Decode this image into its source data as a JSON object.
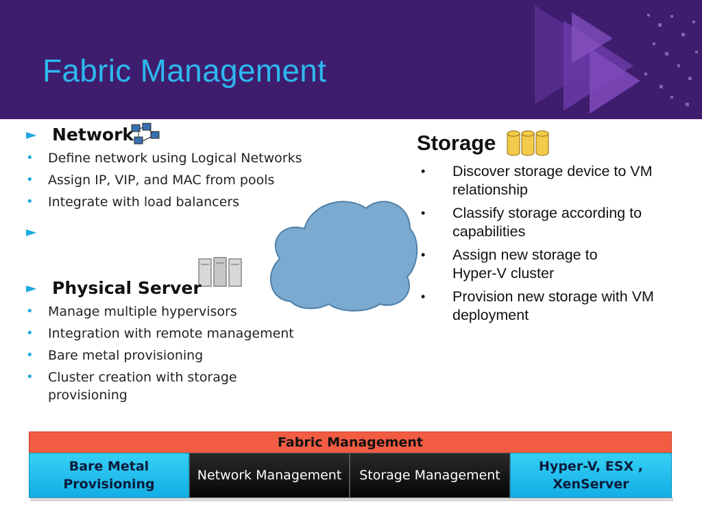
{
  "slide": {
    "title": "Fabric Management"
  },
  "left": {
    "network": {
      "heading": "Network",
      "bullets": [
        "Define network using Logical Networks",
        "Assign IP, VIP, and MAC from pools",
        "Integrate with load balancers"
      ]
    },
    "server": {
      "heading": "Physical Server",
      "bullets": [
        "Manage multiple hypervisors",
        "Integration with remote management",
        "Bare metal provisioning",
        "Cluster creation with storage provisioning"
      ]
    }
  },
  "storage": {
    "heading": "Storage",
    "bullets": [
      "Discover storage device to VM relationship",
      "Classify storage according to capabilities",
      "Assign new storage to Hyper-V cluster",
      "Provision new storage with VM deployment"
    ]
  },
  "fabric_table": {
    "header": "Fabric Management",
    "cells": [
      "Bare Metal Provisioning",
      "Network Management",
      "Storage Management",
      "Hyper-V, ESX , XenServer"
    ]
  },
  "colors": {
    "header_bg": "#3f1d6e",
    "title": "#2db8ee",
    "bullet_accent": "#1ea7e0",
    "fabric_header": "#f25c43",
    "fabric_blue": "#1ab8ea",
    "fabric_dark": "#111111",
    "cloud": "#7aaacf"
  },
  "icons": [
    "network-computers-icon",
    "server-rack-icon",
    "storage-cylinders-icon",
    "cloud-icon",
    "play-arrows-decoration"
  ]
}
